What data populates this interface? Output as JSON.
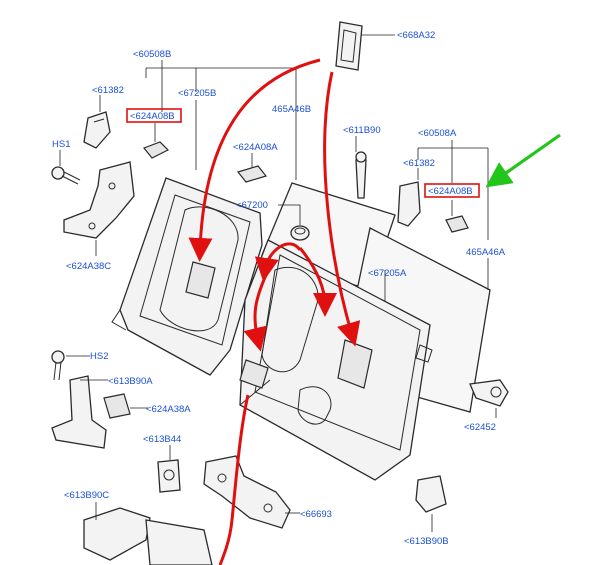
{
  "callouts": {
    "c668A32": "<668A32",
    "c60508B": "<60508B",
    "c61382_left": "<61382",
    "c624A08B_left": "<624A08B",
    "c67205B": "<67205B",
    "c465A46B": "465A46B",
    "cHS1": "HS1",
    "c624A08A": "<624A08A",
    "c611B90": "<611B90",
    "c60508A": "<60508A",
    "c61382_right": "<61382",
    "c624A08B_right": "<624A08B",
    "c67200": "<67200",
    "c624A38C": "<624A38C",
    "c67205A": "<67205A",
    "c465A46A": "465A46A",
    "cHS2": "HS2",
    "c613B90A": "<613B90A",
    "c624A38A": "<624A38A",
    "c62452": "<62452",
    "c613B44": "<613B44",
    "c66693": "<66693",
    "c613B90C": "<613B90C",
    "c613B90B": "<613B90B"
  },
  "colors": {
    "callout_text": "#1a4fd6",
    "highlight_box": "#e01010",
    "red_arrows": "#e01010",
    "green_arrow": "#22c51a",
    "line_art": "#2b2b2b"
  },
  "highlighted_parts": [
    "<624A08B",
    "<624A08B"
  ]
}
